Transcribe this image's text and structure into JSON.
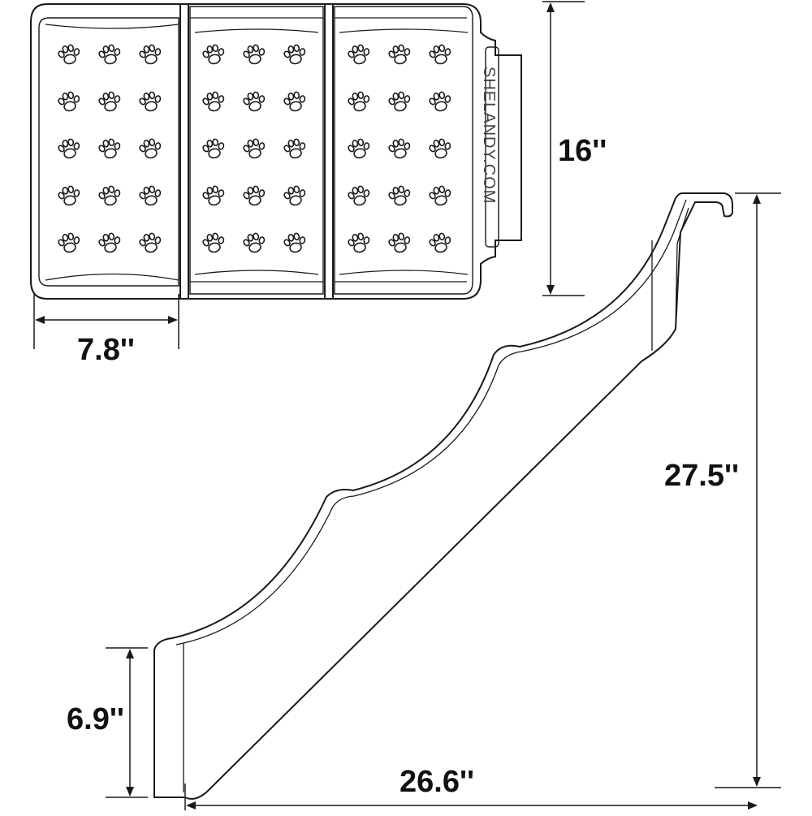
{
  "brand": "SHELANDY.COM",
  "dimensions": {
    "step_depth": "7.8''",
    "width": "16''",
    "total_height": "27.5''",
    "bottom_height": "6.9''",
    "total_length": "26.6''"
  },
  "paw_grid": {
    "panels": 3,
    "rows": 5,
    "cols": 3
  },
  "icons": {
    "paw": "paw-print-icon",
    "arrow": "arrowhead-icon"
  },
  "colors": {
    "line": "#1a1a1a",
    "background": "#ffffff"
  }
}
